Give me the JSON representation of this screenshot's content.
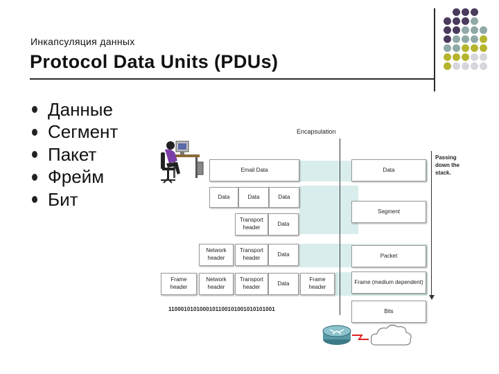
{
  "header": {
    "subtitle": "Инкапсуляция данных",
    "title": "Protocol Data Units (PDUs)"
  },
  "bullets": [
    {
      "label": "Данные"
    },
    {
      "label": "Сегмент"
    },
    {
      "label": "Пакет"
    },
    {
      "label": "Фрейм"
    },
    {
      "label": "Бит"
    }
  ],
  "diagram": {
    "encapsulation_label": "Encapsulation",
    "passing": "Passing\ndown the\nstack.",
    "email_data": "Email Data",
    "data": "Data",
    "transport_header": "Transport\nheader",
    "network_header": "Network\nheader",
    "frame_header": "Frame\nheader",
    "frame_trailer": "Frame\nheader",
    "right": {
      "data": "Data",
      "segment": "Segment",
      "packet": "Packet",
      "frame": "Frame (medium dependent)",
      "bits": "Bits"
    },
    "bits": "1100010101000101100101001010101001"
  },
  "colors": {
    "purple": "#4a3a5c",
    "teal": "#8fa9a6",
    "olive": "#b5b42e",
    "light": "#d6d6dc",
    "band": "#d9eeec"
  },
  "icons": [
    "person-at-computer-icon",
    "router-icon",
    "cloud-icon"
  ]
}
